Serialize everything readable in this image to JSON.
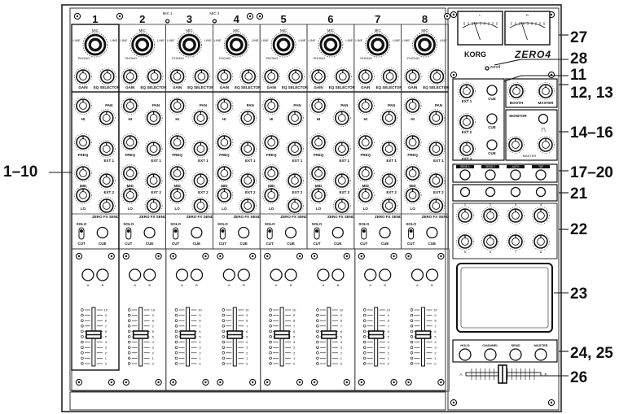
{
  "device": {
    "brand": "KORG",
    "model": "ZERO4",
    "sub_brand": "zero4"
  },
  "channels": [
    {
      "number": "1",
      "bus": "",
      "ext_labels": [
        "EXT 1",
        "EXT 2"
      ]
    },
    {
      "number": "2",
      "bus": "",
      "ext_labels": [
        "EXT 1",
        "EXT 2"
      ]
    },
    {
      "number": "3",
      "bus": "MIC 1",
      "ext_labels": [
        "EXT 1",
        "EXT 2"
      ]
    },
    {
      "number": "4",
      "bus": "MIC 2",
      "ext_labels": [
        "EXT 1",
        "EXT 2"
      ]
    },
    {
      "number": "5",
      "bus": "",
      "ext_labels": [
        "EXT 1",
        "EXT 2"
      ]
    },
    {
      "number": "6",
      "bus": "",
      "ext_labels": [
        "EXT 1",
        "EXT 2"
      ]
    },
    {
      "number": "7",
      "bus": "",
      "ext_labels": [
        "EXT 1",
        "EXT 2"
      ]
    },
    {
      "number": "8",
      "bus": "",
      "ext_labels": [
        "EXT 1",
        "EXT 2"
      ]
    }
  ],
  "strip_labels": {
    "input_top": "MIC",
    "input_side_left": "LINE",
    "input_side_right": "LINE",
    "phono": "PHONO",
    "gain": "GAIN",
    "eq_selector": "EQ SELECTOR",
    "hi": "HI",
    "pan": "PAN",
    "freq": "FREQ",
    "mid": "MID",
    "lo": "LO",
    "ext1": "EXT 1",
    "ext2": "EXT 2",
    "zero_fx_send": "ZERO FX SEND",
    "solo": "SOLO",
    "cut": "CUT",
    "cue": "CUE",
    "a": "A",
    "b": "B"
  },
  "fader_scale": [
    "10",
    "9",
    "8",
    "7",
    "6",
    "5",
    "4",
    "3",
    "2",
    "1",
    "0"
  ],
  "right_labels": {
    "meter_l": "L",
    "meter_r": "R",
    "ext1": "EXT 1",
    "ext2": "EXT 2",
    "ext3": "EXT 3",
    "cue": "CUE",
    "booth": "BOOTH",
    "master": "MASTER",
    "monitor": "MONITOR",
    "hold": "HOLD",
    "channel": "CHANNEL",
    "send": "SEND",
    "master2": "MASTER",
    "effects": [
      "SEND 1",
      "SEND 2",
      "AUTO",
      "TAP"
    ],
    "fx_knobs": [
      "1",
      "2",
      "3",
      "4",
      "5",
      "6",
      "7",
      "8"
    ],
    "crossfader_a": "A",
    "crossfader_b": "B"
  },
  "callouts": [
    {
      "id": "c27",
      "label": "27"
    },
    {
      "id": "c28",
      "label": "28"
    },
    {
      "id": "c11",
      "label": "11"
    },
    {
      "id": "c1213",
      "label": "12, 13"
    },
    {
      "id": "c1416",
      "label": "14–16"
    },
    {
      "id": "c110",
      "label": "1–10"
    },
    {
      "id": "c1720",
      "label": "17–20"
    },
    {
      "id": "c21",
      "label": "21"
    },
    {
      "id": "c22",
      "label": "22"
    },
    {
      "id": "c23",
      "label": "23"
    },
    {
      "id": "c2425",
      "label": "24, 25"
    },
    {
      "id": "c26",
      "label": "26"
    }
  ]
}
